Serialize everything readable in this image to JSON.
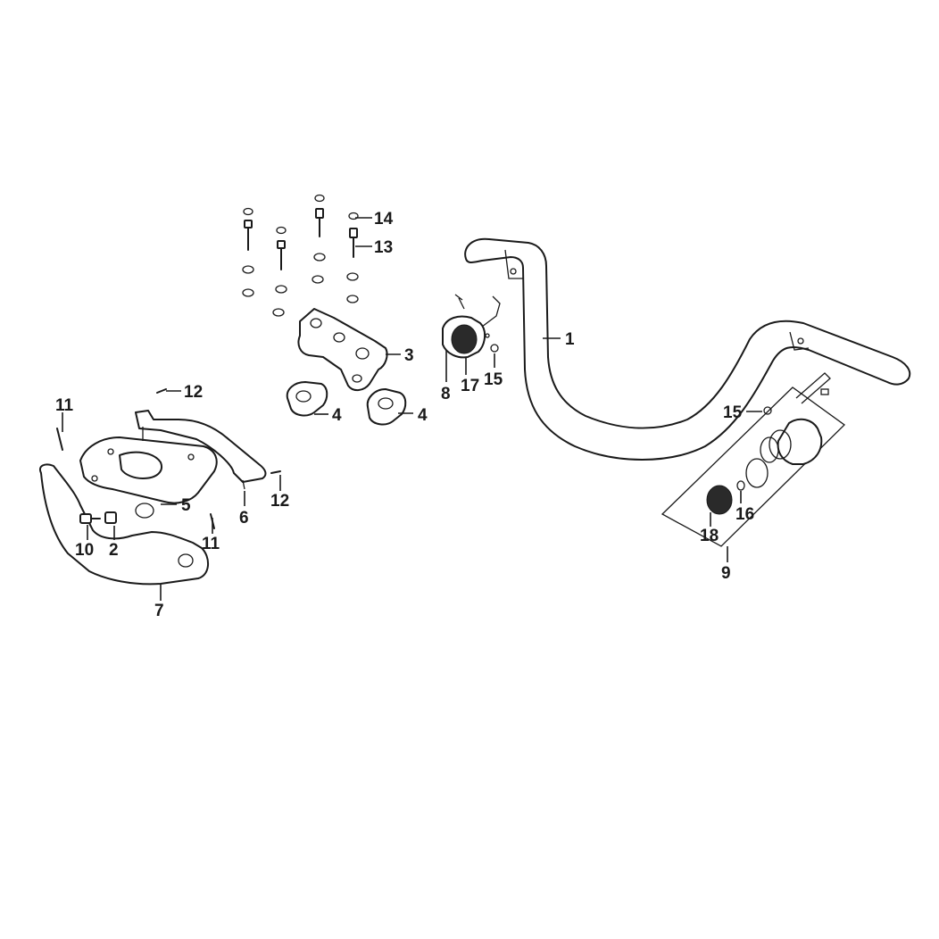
{
  "callouts": {
    "c1": "1",
    "c2": "2",
    "c3": "3",
    "c4a": "4",
    "c4b": "4",
    "c5": "5",
    "c6": "6",
    "c7": "7",
    "c8": "8",
    "c9": "9",
    "c10": "10",
    "c11a": "11",
    "c11b": "11",
    "c12a": "12",
    "c12b": "12",
    "c13": "13",
    "c14": "14",
    "c15a": "15",
    "c15b": "15",
    "c16": "16",
    "c17": "17",
    "c18": "18"
  }
}
